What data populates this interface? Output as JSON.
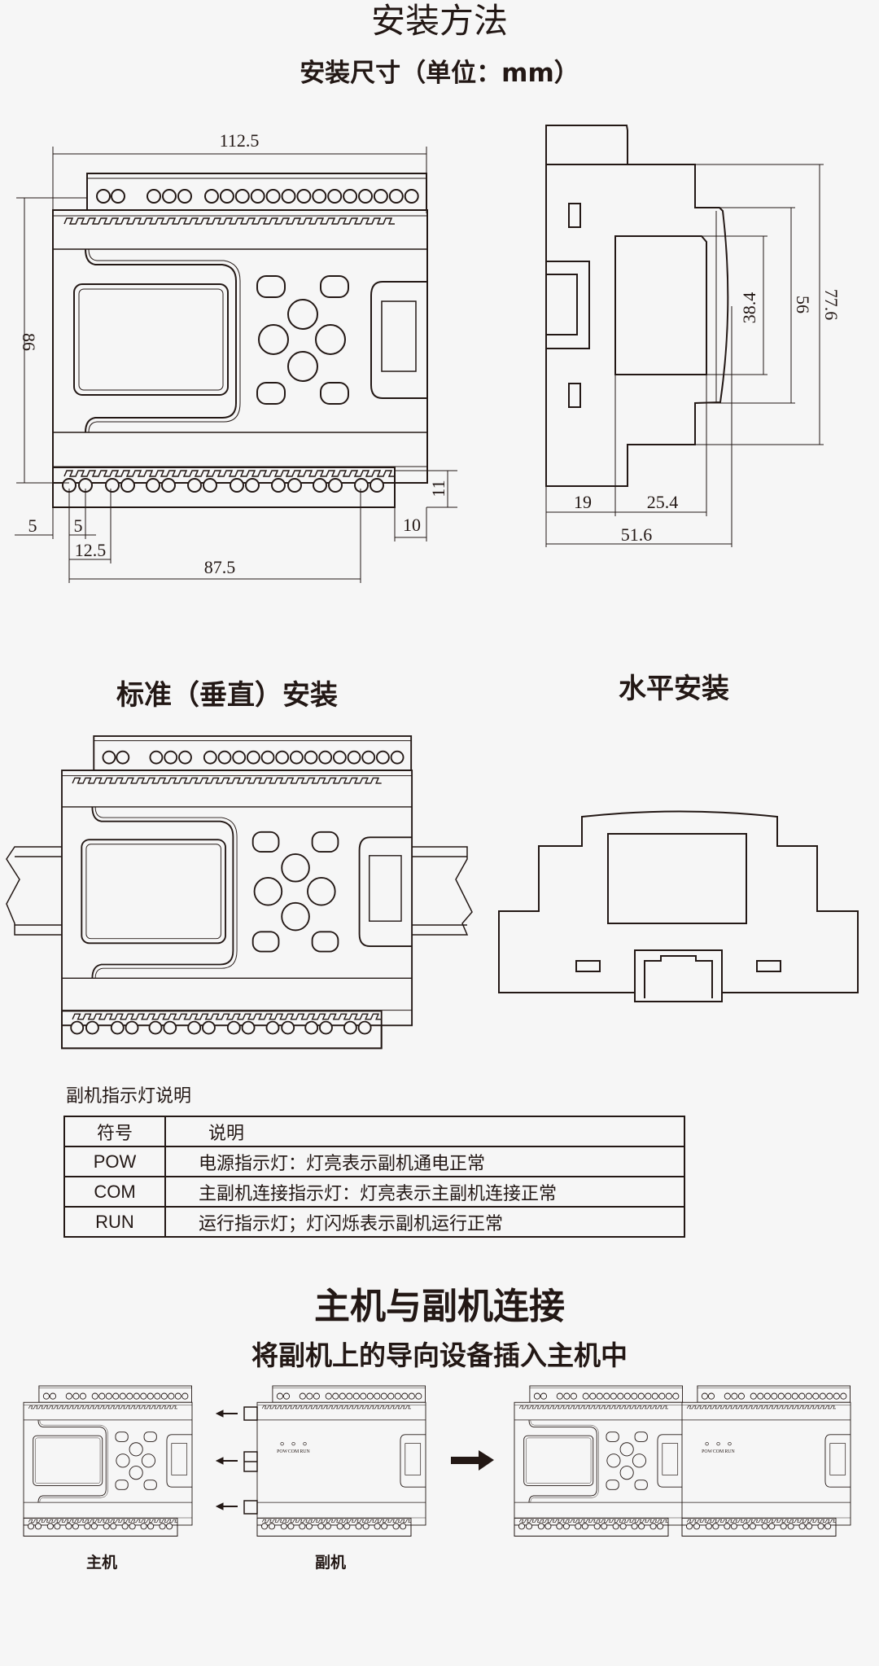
{
  "header": {
    "title": "安装方法",
    "subtitle": "安装尺寸（单位：mm）"
  },
  "front_view_dims": {
    "width": "112.5",
    "height": "86",
    "right_height": "11",
    "left_offset": "5",
    "pitch": "5",
    "first_pitch": "12.5",
    "span": "87.5",
    "right_offset": "10"
  },
  "side_view_dims": {
    "total_height": "77.6",
    "mid_height": "56",
    "inner_height": "38.4",
    "rail_depth": "19",
    "front_depth": "25.4",
    "total_depth": "51.6"
  },
  "sections": {
    "vertical": "标准（垂直）安装",
    "horizontal": "水平安装"
  },
  "indicator_table": {
    "caption": "副机指示灯说明",
    "headers": [
      "符号",
      "说明"
    ],
    "rows": [
      {
        "symbol": "POW",
        "desc": "电源指示灯：灯亮表示副机通电正常"
      },
      {
        "symbol": "COM",
        "desc": "主副机连接指示灯：灯亮表示主副机连接正常"
      },
      {
        "symbol": "RUN",
        "desc": "运行指示灯；灯闪烁表示副机运行正常"
      }
    ]
  },
  "connection": {
    "title": "主机与副机连接",
    "subtitle": "将副机上的导向设备插入主机中",
    "main_label": "主机",
    "slave_label": "副机",
    "led_labels": [
      "POW",
      "COM",
      "RUN"
    ]
  },
  "colors": {
    "line": "#231815",
    "background": "#f6f6f6"
  }
}
